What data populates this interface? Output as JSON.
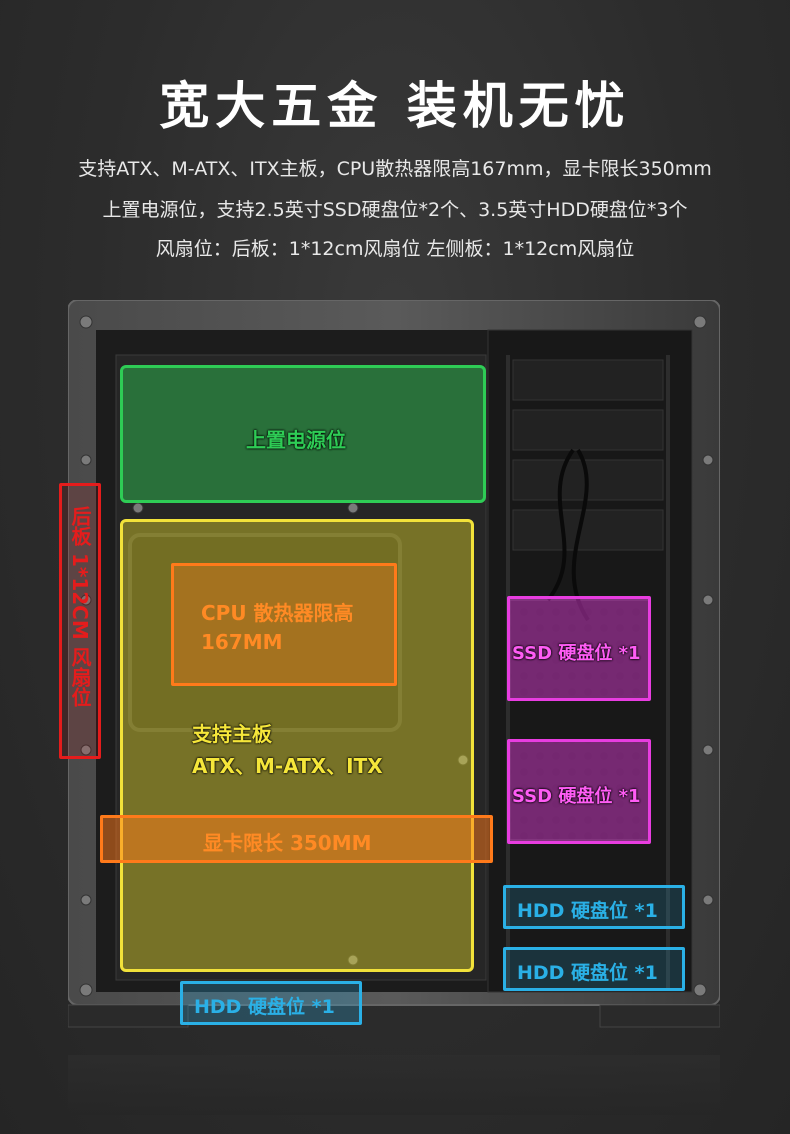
{
  "title": "宽大五金 装机无忧",
  "specs": [
    "支持ATX、M-ATX、ITX主板，CPU散热器限高167mm，显卡限长350mm",
    "上置电源位，支持2.5英寸SSD硬盘位*2个、3.5英寸HDD硬盘位*3个",
    "风扇位：后板：1*12cm风扇位 左侧板：1*12cm风扇位"
  ],
  "annotations": {
    "psu": "上置电源位",
    "rear_fan": "后板 1*12CM 风扇位",
    "cpu_line1": "CPU 散热器限高",
    "cpu_line2": "167MM",
    "mb_line1": "支持主板",
    "mb_line2": "ATX、M-ATX、ITX",
    "gpu": "显卡限长 350MM",
    "ssd1": "SSD 硬盘位 *1",
    "ssd2": "SSD 硬盘位 *1",
    "hdd1": "HDD 硬盘位 *1",
    "hdd2": "HDD 硬盘位 *1",
    "hdd3": "HDD 硬盘位 *1"
  },
  "colors": {
    "psu": "#2ecc55",
    "motherboard": "#f2e23a",
    "cpu_gpu": "#ff7a1a",
    "ssd": "#e83de0",
    "hdd": "#2ab0e6",
    "rear_fan": "#e51c1c"
  }
}
